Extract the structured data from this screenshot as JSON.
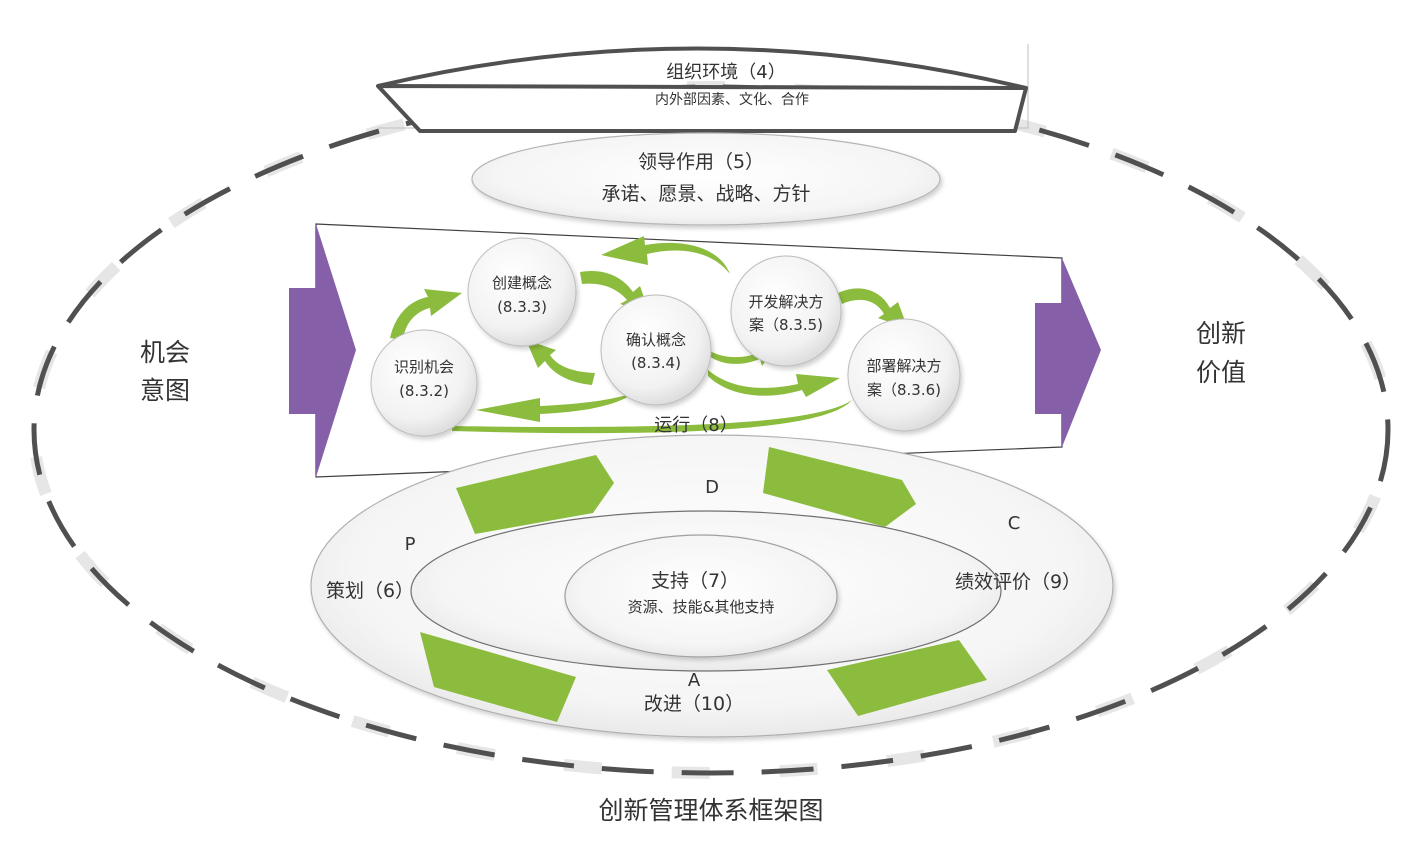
{
  "title": "创新管理体系框架图",
  "colors": {
    "green": "#8cbc3e",
    "purple": "#8560a8",
    "dash_dark": "#505050",
    "dash_light": "#e6e6e6",
    "text": "#333333"
  },
  "org_env": {
    "title": "组织环境（4）",
    "sub": "内外部因素、文化、合作"
  },
  "leadership": {
    "title": "领导作用（5）",
    "sub": "承诺、愿景、战略、方针"
  },
  "left_side": {
    "line1": "机会",
    "line2": "意图"
  },
  "right_side": {
    "line1": "创新",
    "line2": "价值"
  },
  "operation": {
    "label": "运行（8）",
    "steps": [
      {
        "l1": "识别机会",
        "l2": "(8.3.2)"
      },
      {
        "l1": "创建概念",
        "l2": "(8.3.3)"
      },
      {
        "l1": "确认概念",
        "l2": "(8.3.4)"
      },
      {
        "l1": "开发解决方",
        "l2": "案（8.3.5)"
      },
      {
        "l1": "部署解决方",
        "l2": "案（8.3.6)"
      }
    ]
  },
  "pdca": {
    "p": "P",
    "d": "D",
    "c": "C",
    "a": "A",
    "plan": "策划（6）",
    "eval": "绩效评价（9）",
    "improve": "改进（10）"
  },
  "support": {
    "title": "支持（7）",
    "sub": "资源、技能&其他支持"
  }
}
